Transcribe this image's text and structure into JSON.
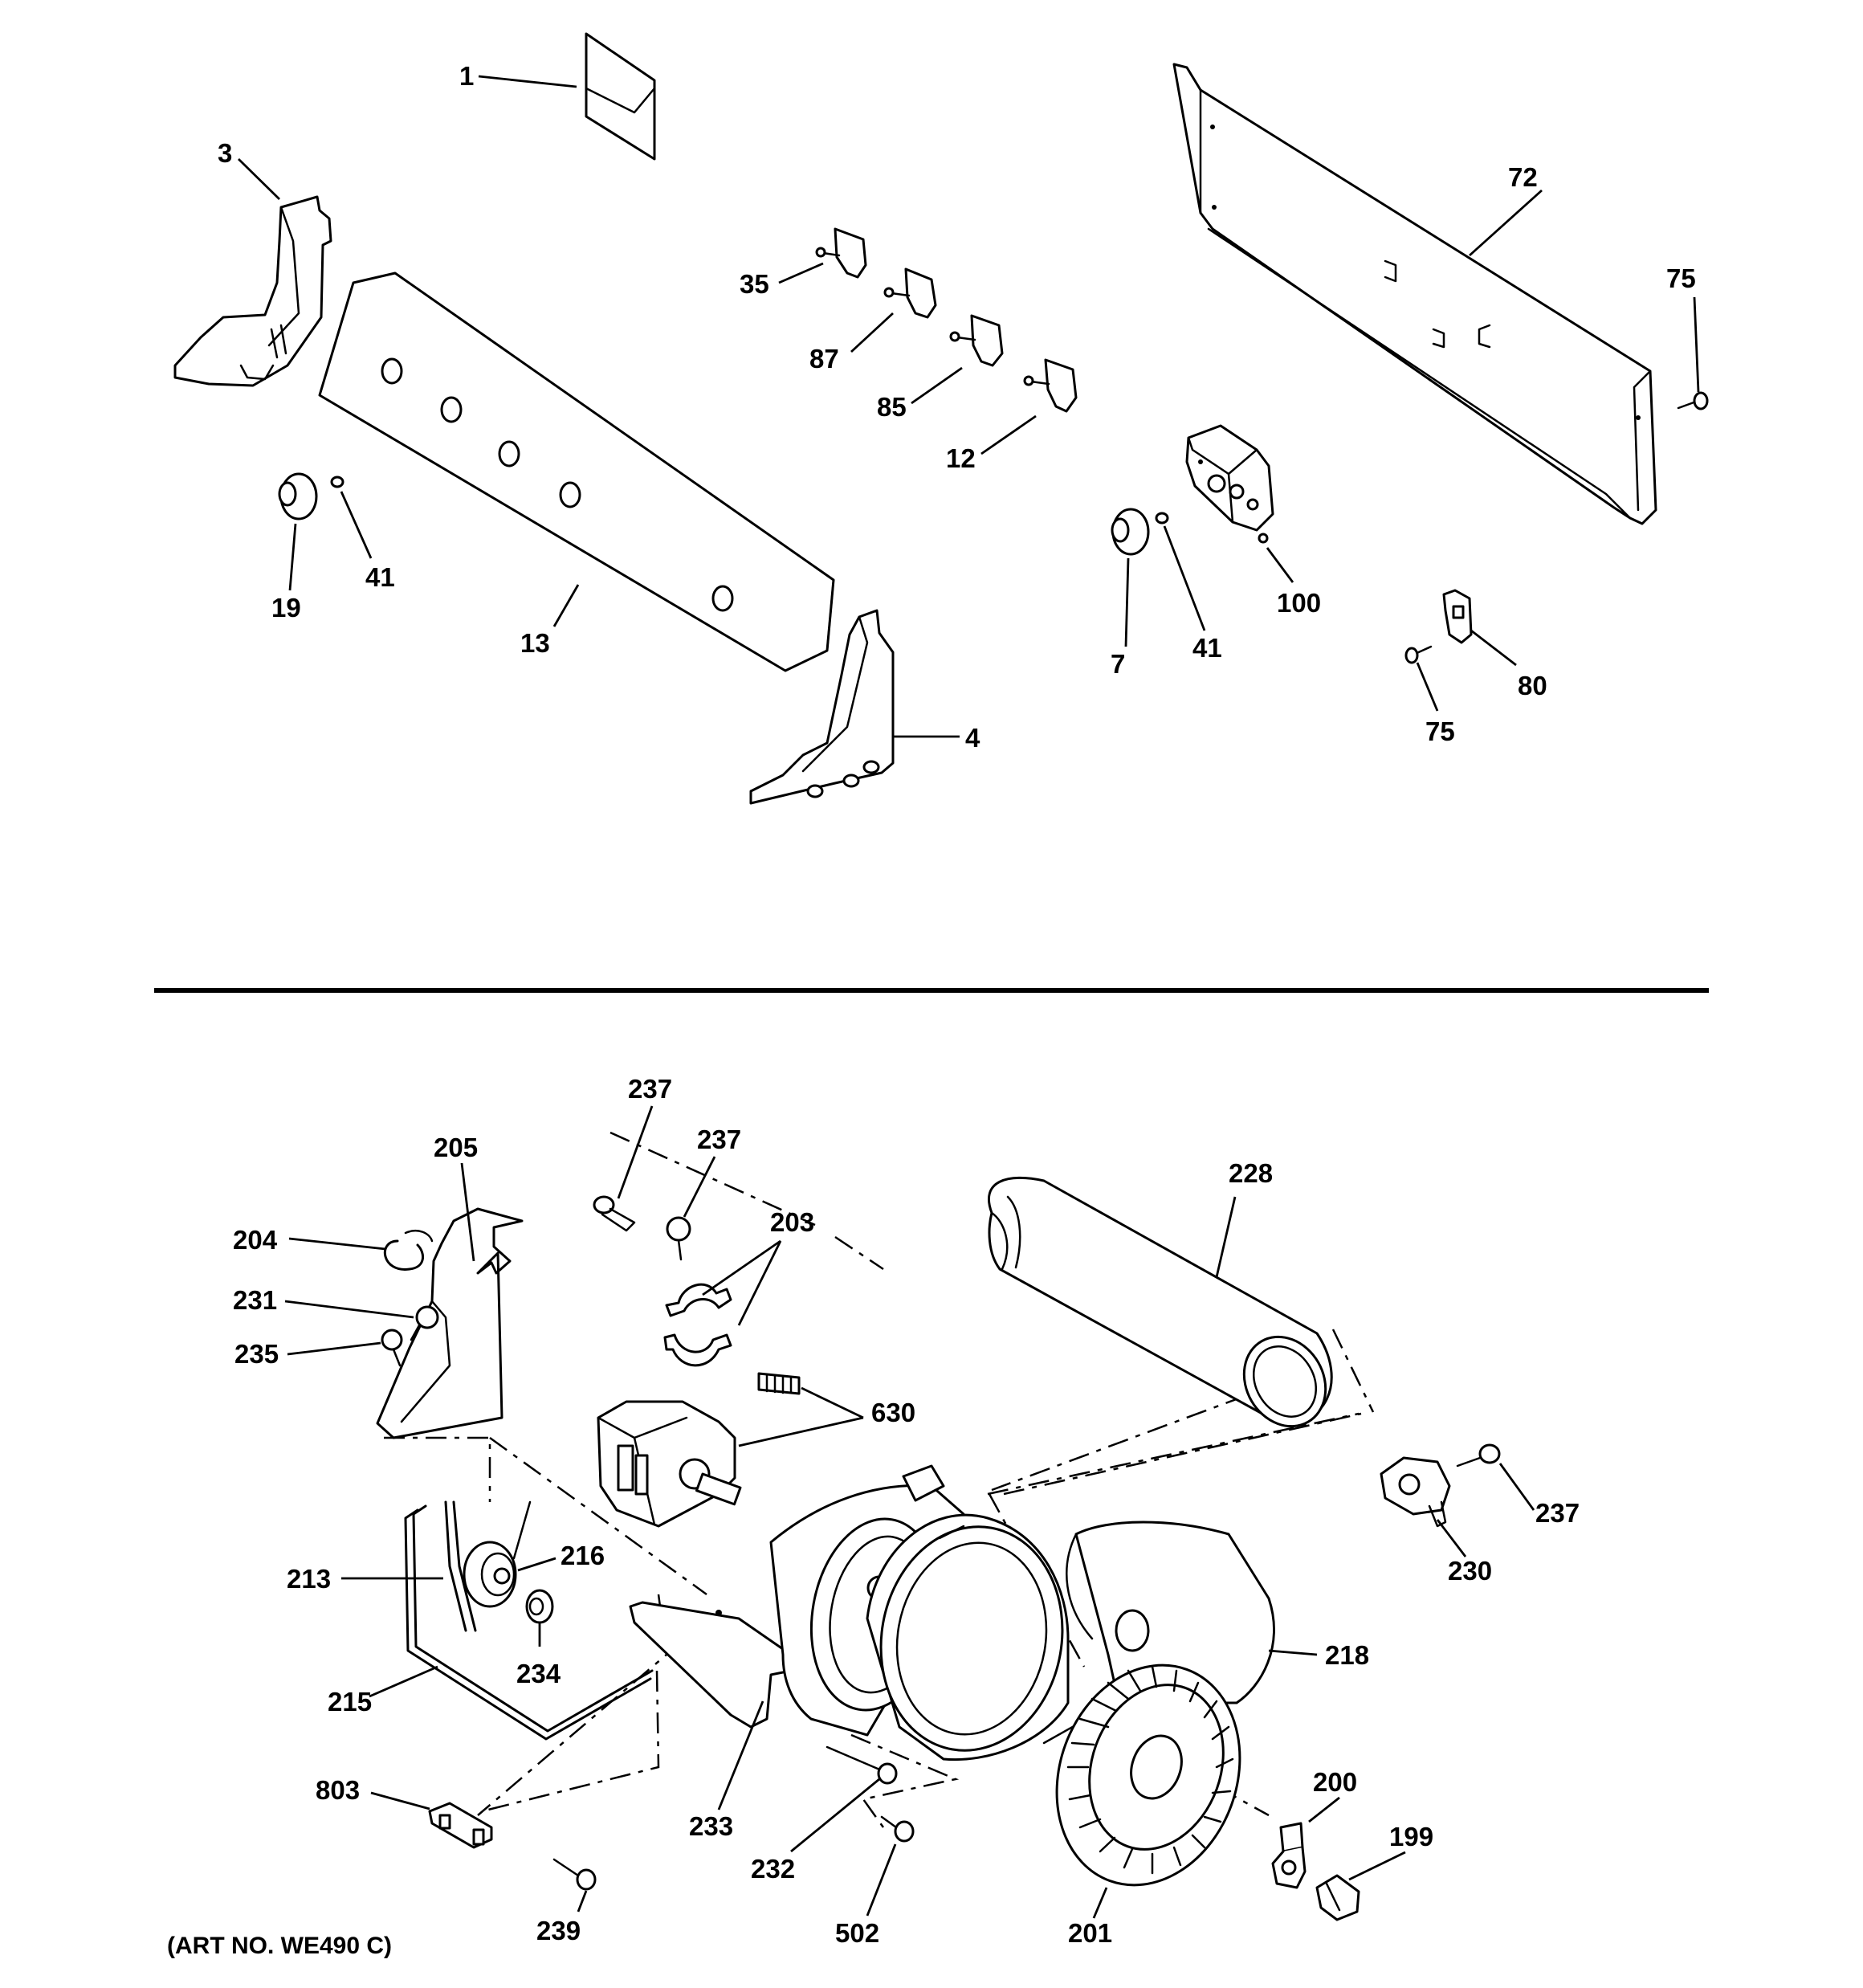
{
  "diagram": {
    "art_number": "(ART NO. WE490 C)",
    "top_callouts": {
      "c1": "1",
      "c3": "3",
      "c4": "4",
      "c7": "7",
      "c12": "12",
      "c13": "13",
      "c19": "19",
      "c35": "35",
      "c41a": "41",
      "c41b": "41",
      "c72": "72",
      "c75a": "75",
      "c75b": "75",
      "c80": "80",
      "c85": "85",
      "c87": "87",
      "c100": "100"
    },
    "bottom_callouts": {
      "c199": "199",
      "c200": "200",
      "c201": "201",
      "c203": "203",
      "c204": "204",
      "c205": "205",
      "c213": "213",
      "c215": "215",
      "c216": "216",
      "c218": "218",
      "c228": "228",
      "c230": "230",
      "c231": "231",
      "c232": "232",
      "c233": "233",
      "c234": "234",
      "c235": "235",
      "c237a": "237",
      "c237b": "237",
      "c237c": "237",
      "c239": "239",
      "c502": "502",
      "c630": "630",
      "c803": "803"
    }
  }
}
